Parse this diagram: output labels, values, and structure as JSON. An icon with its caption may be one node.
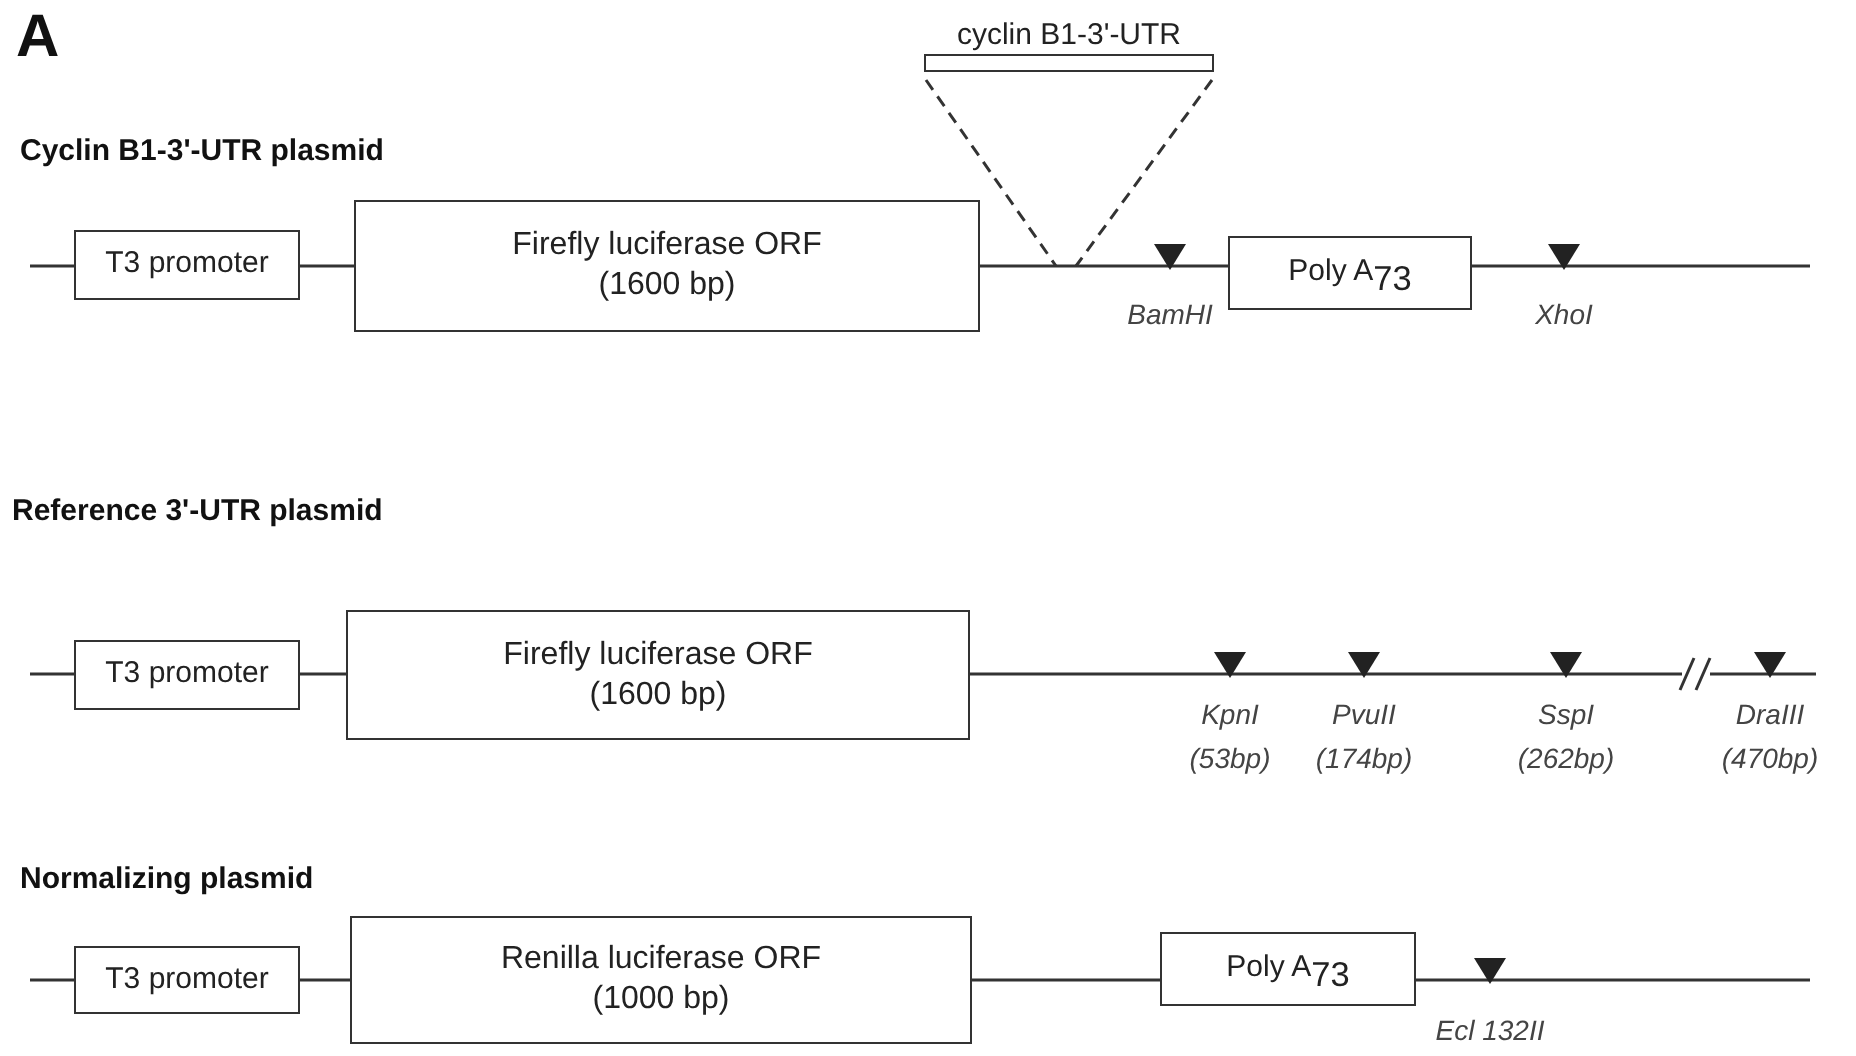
{
  "diagram": {
    "nodes": [
      {
        "text": [
          "cyclin B1-3'-UTR"
        ]
      },
      {
        "text": [
          "T3 promoter"
        ]
      },
      {
        "text": [
          "Firefly luciferase ORF",
          "(1600 bp)"
        ]
      },
      {
        "text": [
          "Poly A$_{73}$"
        ]
      },
      {
        "text": [
          "T3 promoter"
        ]
      },
      {
        "text": [
          "Firefly luciferase ORF",
          "(1600 bp)"
        ]
      },
      {
        "text": [
          "T3 promoter"
        ]
      },
      {
        "text": [
          "Renilla luciferase ORF",
          "(1000 bp)"
        ]
      },
      {
        "text": [
          "Poly A$_{73}$"
        ]
      }
    ],
    "edges": [
      {
        "from": null,
        "to": 1,
        "arrow": "none"
      },
      {
        "from": 1,
        "to": 2,
        "arrow": "none"
      },
      {
        "from": 2,
        "to": 3,
        "arrow": "none"
      },
      {
        "from": 3,
        "to": null,
        "arrow": "none"
      },
      {
        "from": 0,
        "to": null,
        "arrow": "none",
        "style": "dashed"
      },
      {
        "from": 0,
        "to": null,
        "arrow": "none",
        "style": "dashed"
      },
      {
        "from": null,
        "to": 4,
        "arrow": "none"
      },
      {
        "from": 4,
        "to": 5,
        "arrow": "none"
      },
      {
        "from": 5,
        "to": null,
        "arrow": "none"
      },
      {
        "from": null,
        "to": 6,
        "arrow": "none"
      },
      {
        "from": 6,
        "to": 7,
        "arrow": "none"
      },
      {
        "from": 7,
        "to": 8,
        "arrow": "none"
      },
      {
        "from": 8,
        "to": null,
        "arrow": "none"
      }
    ],
    "labels": [
      "A",
      "Cyclin B1-3'-UTR  plasmid",
      "BamHI",
      "XhoI",
      "Reference 3'-UTR plasmid",
      "KpnI",
      "(53bp)",
      "PvuII",
      "(174bp)",
      "SspI",
      "(262bp)",
      "DraIII",
      "(470bp)",
      "Normalizing  plasmid",
      "Ecl 132II"
    ]
  }
}
